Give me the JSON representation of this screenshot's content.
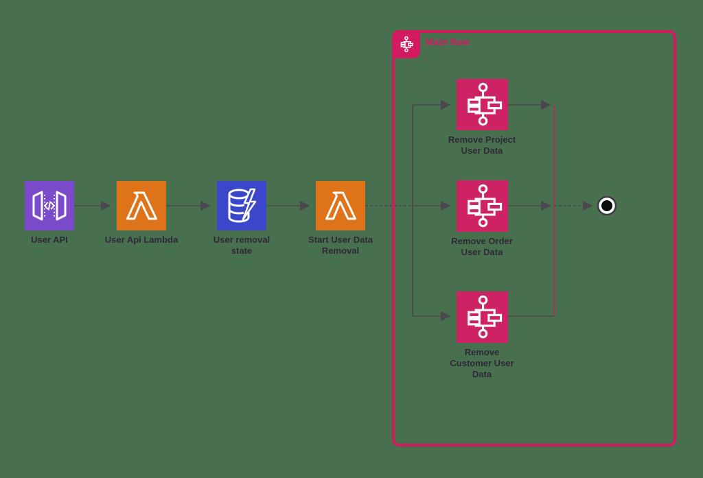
{
  "diagram": {
    "type": "aws-step-functions-flow",
    "background_color": "#48704E",
    "colors": {
      "connector": "#4A474F",
      "merge_line": "#C12463",
      "container_border": "#D31A60",
      "api_gateway_purple": "#7C4BCB",
      "lambda_orange": "#DF7319",
      "dynamodb_blue": "#3B47CB",
      "step_functions_pink": "#CD2264",
      "label_text": "#2E2935"
    },
    "container": {
      "label": "Main flow",
      "icon": "step-functions-icon"
    },
    "nodes": [
      {
        "id": "user-api",
        "label": "User API",
        "icon": "api-gateway-icon"
      },
      {
        "id": "user-api-lambda",
        "label": "User Api Lambda",
        "icon": "lambda-icon"
      },
      {
        "id": "user-removal-state",
        "label": "User removal state",
        "icon": "dynamodb-icon"
      },
      {
        "id": "start-user-data-removal",
        "label": "Start User Data Removal",
        "icon": "lambda-icon"
      },
      {
        "id": "remove-project-user-data",
        "label": "Remove Project User Data",
        "icon": "step-functions-icon"
      },
      {
        "id": "remove-order-user-data",
        "label": "Remove Order User Data",
        "icon": "step-functions-icon"
      },
      {
        "id": "remove-customer-user-data",
        "label": "Remove Customer User Data",
        "icon": "step-functions-icon"
      }
    ],
    "end_state": {
      "name": "end-state"
    }
  }
}
